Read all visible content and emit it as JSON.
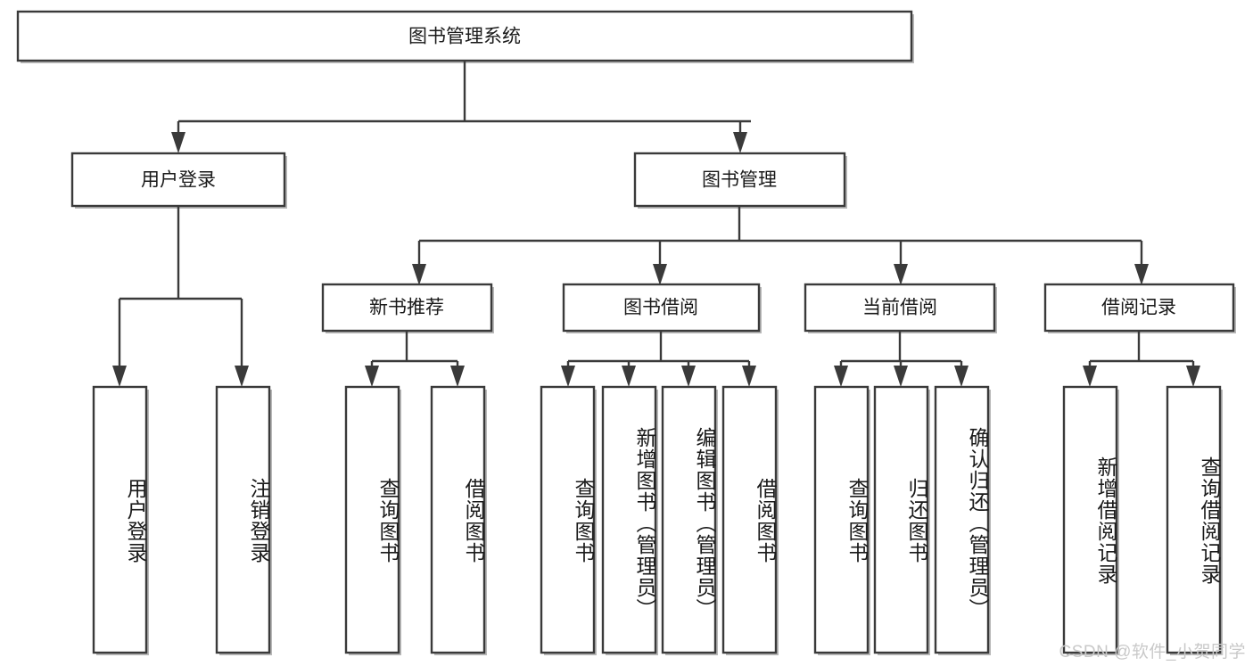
{
  "diagram": {
    "type": "tree-hierarchy",
    "title": "图书管理系统",
    "watermark": "CSDN @软件_小贺同学",
    "colors": {
      "box_stroke": "#3a3a3a",
      "box_fill": "#ffffff",
      "text": "#1a1a1a",
      "connector": "#3a3a3a",
      "watermark": "#c9c9c9",
      "background": "#ffffff"
    },
    "root": {
      "id": "root",
      "label": "图书管理系统"
    },
    "level1": [
      {
        "id": "user-login",
        "label": "用户登录"
      },
      {
        "id": "book-management",
        "label": "图书管理"
      }
    ],
    "level2": [
      {
        "id": "new-book-recommend",
        "label": "新书推荐",
        "parent": "book-management"
      },
      {
        "id": "book-borrow",
        "label": "图书借阅",
        "parent": "book-management"
      },
      {
        "id": "current-borrow",
        "label": "当前借阅",
        "parent": "book-management"
      },
      {
        "id": "borrow-record",
        "label": "借阅记录",
        "parent": "book-management"
      }
    ],
    "leaves": [
      {
        "id": "leaf-user-login",
        "label": "用户登录",
        "parent": "user-login"
      },
      {
        "id": "leaf-logout-login",
        "label": "注销登录",
        "parent": "user-login"
      },
      {
        "id": "leaf-query-book-1",
        "label": "查询图书",
        "parent": "new-book-recommend"
      },
      {
        "id": "leaf-borrow-book-1",
        "label": "借阅图书",
        "parent": "new-book-recommend"
      },
      {
        "id": "leaf-query-book-2",
        "label": "查询图书",
        "parent": "book-borrow"
      },
      {
        "id": "leaf-add-book",
        "label": "新增图书（管理员）",
        "parent": "book-borrow"
      },
      {
        "id": "leaf-edit-book",
        "label": "编辑图书（管理员）",
        "parent": "book-borrow"
      },
      {
        "id": "leaf-borrow-book-2",
        "label": "借阅图书",
        "parent": "book-borrow"
      },
      {
        "id": "leaf-query-book-3",
        "label": "查询图书",
        "parent": "current-borrow"
      },
      {
        "id": "leaf-return-book",
        "label": "归还图书",
        "parent": "current-borrow"
      },
      {
        "id": "leaf-confirm-return",
        "label": "确认归还（管理员）",
        "parent": "current-borrow"
      },
      {
        "id": "leaf-add-record",
        "label": "新增借阅记录",
        "parent": "borrow-record"
      },
      {
        "id": "leaf-query-record",
        "label": "查询借阅记录",
        "parent": "borrow-record"
      }
    ]
  }
}
